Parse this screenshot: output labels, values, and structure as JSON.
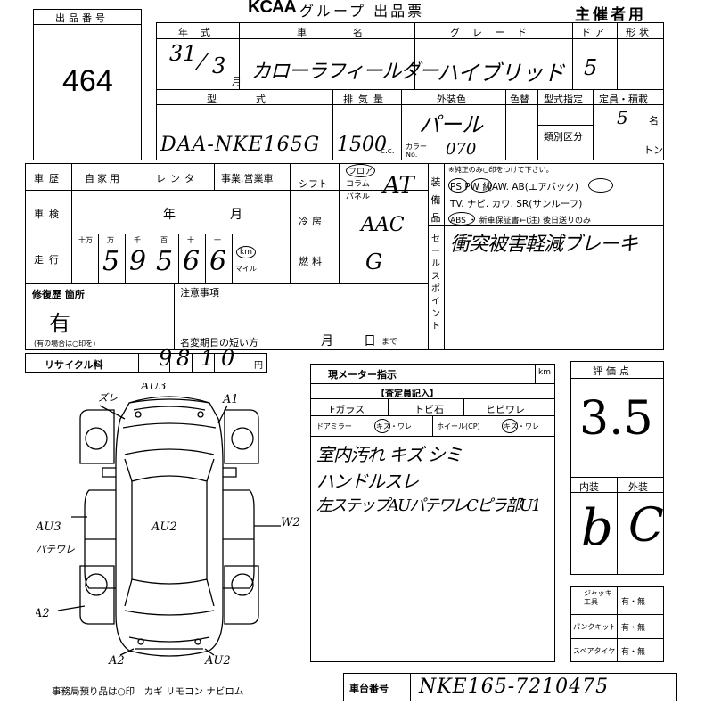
{
  "header": {
    "lot_label": "出品番号",
    "lot_number": "464",
    "logo": "KCAA",
    "title": "グループ 出品票",
    "organizer": "主催者用"
  },
  "row1_labels": {
    "year": "年式",
    "car_name": "車名",
    "grade": "グレード",
    "doors": "ドア",
    "shape": "形状"
  },
  "row1_values": {
    "year": "31",
    "month": "3",
    "month_unit": "月",
    "car_name": "カローラフィールダー",
    "grade": "ハイブリッド",
    "doors": "5"
  },
  "row2_labels": {
    "model": "型式",
    "displacement": "排気量",
    "color": "外装色",
    "color_change": "色替",
    "type_designation": "型式指定",
    "capacity": "定員・積載",
    "classification": "類別区分",
    "color_no_label": "カラーNo.",
    "cc_unit": "c.c.",
    "person_unit": "名",
    "ton_unit": "トン"
  },
  "row2_values": {
    "model": "DAA-NKE165G",
    "displacement": "1500",
    "color": "パール",
    "color_no": "070",
    "capacity": "5"
  },
  "history": {
    "label": "車歴",
    "options": [
      "自家用",
      "レンタ",
      "事業.営業車"
    ]
  },
  "inspection": {
    "label": "車検",
    "year_label": "年",
    "month_label": "月"
  },
  "mileage": {
    "label": "走行",
    "digit_labels": [
      "十万",
      "万",
      "千",
      "百",
      "十",
      "一"
    ],
    "digits": [
      "5",
      "9",
      "5",
      "6",
      "6"
    ],
    "km": "km",
    "mile": "マイル"
  },
  "shift": {
    "label": "シフト",
    "options": [
      "フロア",
      "コラム",
      "パネル"
    ],
    "value": "AT"
  },
  "ac": {
    "label": "冷房",
    "value": "AAC"
  },
  "fuel": {
    "label": "燃料",
    "value": "G"
  },
  "equipment": {
    "label": "装備品",
    "note": "※純正のみ○印をつけて下さい。",
    "line1": "PS  PW  純AW. AB(エアバック)",
    "line2": "TV. ナビ. カワ. SR(サンルーフ)",
    "line3": "ABS ・ 新車保証書←(注) 後日送りのみ"
  },
  "sales_points": {
    "label": "セールスポイント",
    "value": "衝突被害軽減ブレーキ"
  },
  "repair": {
    "label": "修復歴 箇所",
    "value": "有",
    "note": "(有の場合は○印を)"
  },
  "notes": {
    "label": "注意事項",
    "deadline_label": "名変期日の短い方",
    "month": "月",
    "day": "日",
    "made": "まで"
  },
  "recycle": {
    "label": "リサイクル料",
    "digits": [
      "9",
      "8",
      "1",
      "0"
    ],
    "unit": "円"
  },
  "meter": {
    "label": "現メーター指示",
    "unit": "km"
  },
  "inspector": {
    "title": "【査定員記入】",
    "glass": "Fガラス",
    "chip": "トビ石",
    "crack": "ヒビワレ",
    "mirror": "ドアミラー",
    "mirror_opts": "キズ・ワレ",
    "wheel": "ホイール(CP)",
    "wheel_opts": "キズ・ワレ",
    "comments": [
      "室内汚れ キズ シミ",
      "ハンドルスレ",
      "左ステップAUパテワレCピラ部U1"
    ]
  },
  "score": {
    "label": "評価点",
    "value": "3.5",
    "interior_label": "内装",
    "exterior_label": "外装",
    "interior": "b",
    "exterior": "C"
  },
  "tools": {
    "jack_label": "ジャッキ工具",
    "puncture_label": "パンクキット",
    "spare_label": "スペアタイヤ",
    "option": "有・無"
  },
  "chassis": {
    "label": "車台番号",
    "value": "NKE165-7210475"
  },
  "office_note": "事務局預り品は○印　カギ リモコン ナビロム",
  "diagram": {
    "marks": [
      "AU3",
      "A1",
      "ズレ",
      "AU2",
      "W2",
      "AU3",
      "パテワレ",
      "A2",
      "A2",
      "AU2"
    ]
  }
}
